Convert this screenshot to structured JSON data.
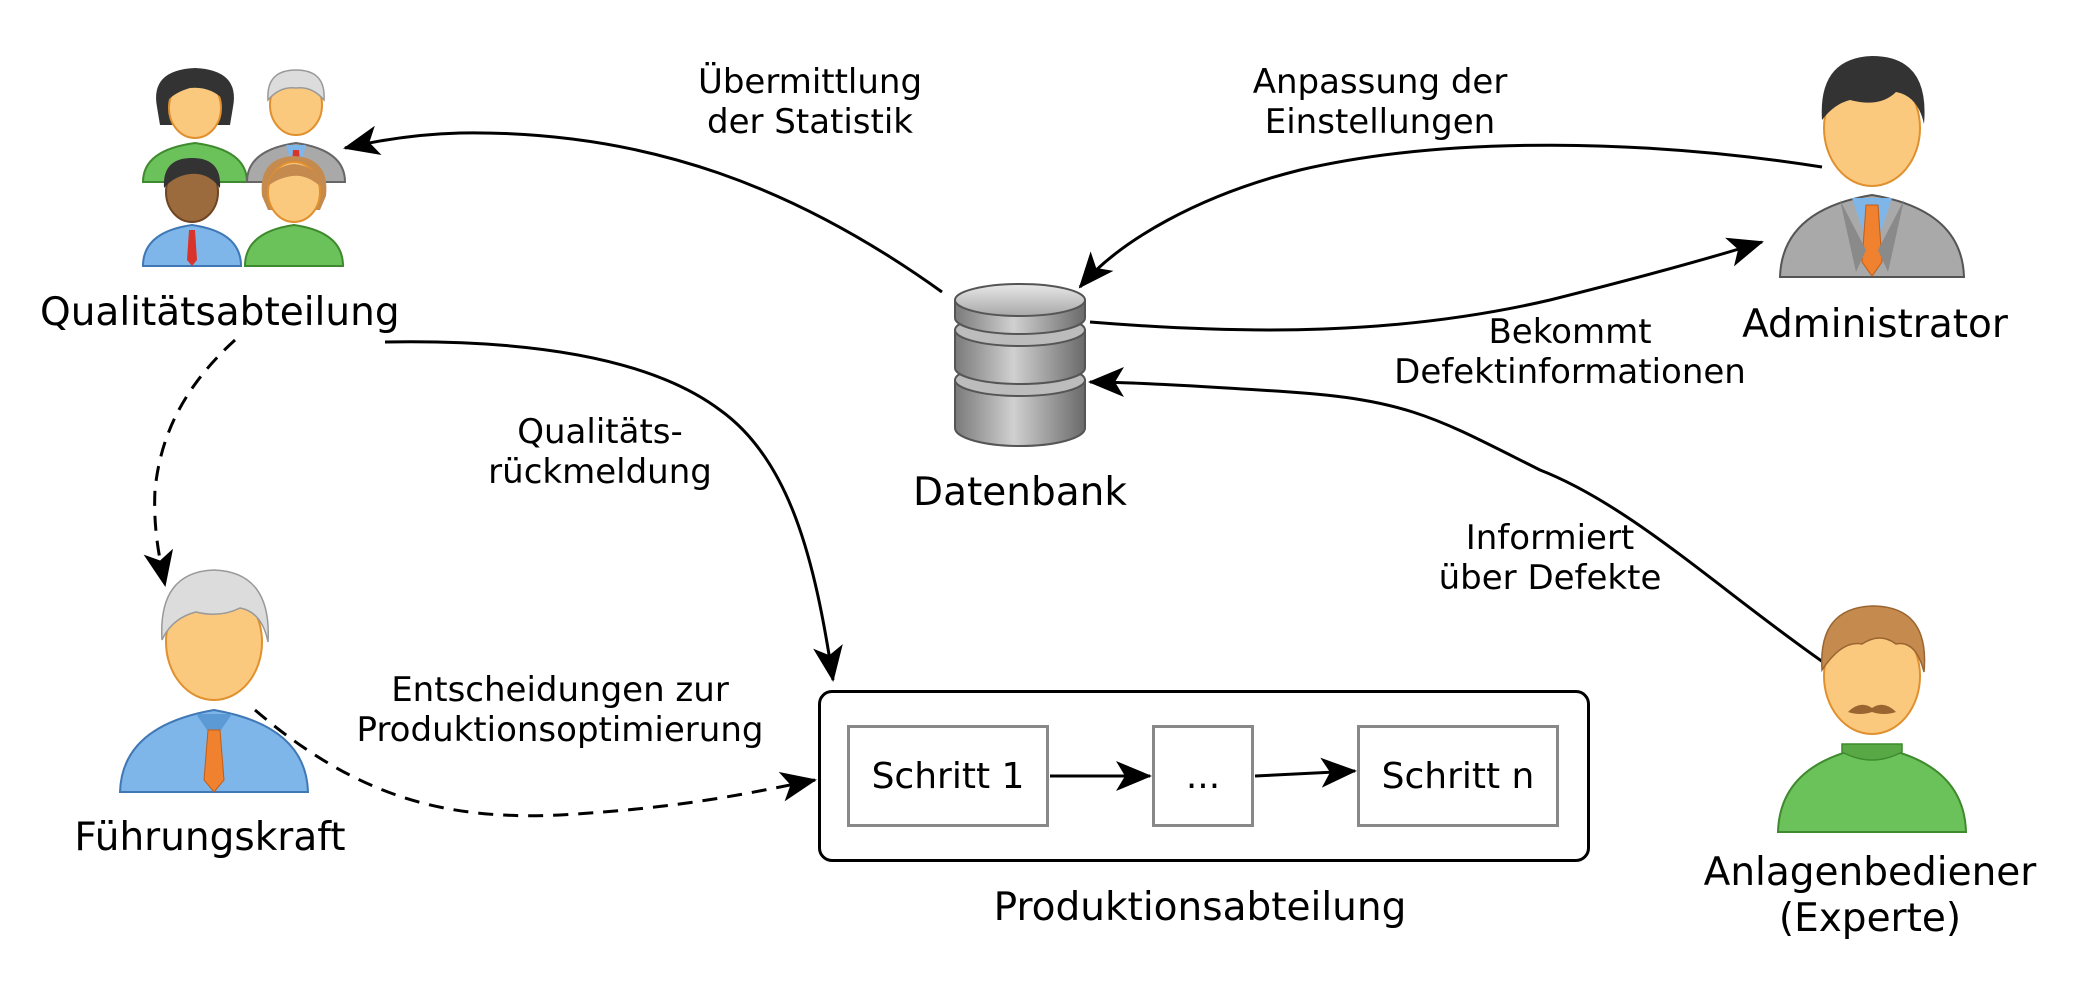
{
  "actors": {
    "quality": {
      "name": "Qualitätsabteilung"
    },
    "admin": {
      "name": "Administrator"
    },
    "manager": {
      "name": "Führungskraft"
    },
    "operator": {
      "name_line1": "Anlagenbediener",
      "name_line2": "(Experte)"
    },
    "database": {
      "name": "Datenbank"
    }
  },
  "production": {
    "name": "Produktionsabteilung",
    "steps": [
      "Schritt 1",
      "...",
      "Schritt n"
    ]
  },
  "flows": {
    "statistik": {
      "line1": "Übermittlung",
      "line2": "der Statistik"
    },
    "einstellungen": {
      "line1": "Anpassung der",
      "line2": "Einstellungen"
    },
    "defektinfo": {
      "line1": "Bekommt",
      "line2": "Defektinformationen"
    },
    "feedback": {
      "line1": "Qualitäts-",
      "line2": "rückmeldung"
    },
    "informiert": {
      "line1": "Informiert",
      "line2": "über Defekte"
    },
    "entscheidungen": {
      "line1": "Entscheidungen zur",
      "line2": "Produktionsoptimierung"
    }
  },
  "colors": {
    "skin": "#fbc97e",
    "skin_stroke": "#e0902e",
    "blue_shirt": "#7fb6ea",
    "green_shirt": "#6cc25a",
    "grey_suit": "#a9a9a9",
    "tie": "#f0812f",
    "grey_hair": "#dcdcdc",
    "dark_hair": "#333333",
    "brown_hair": "#c58a4e"
  }
}
